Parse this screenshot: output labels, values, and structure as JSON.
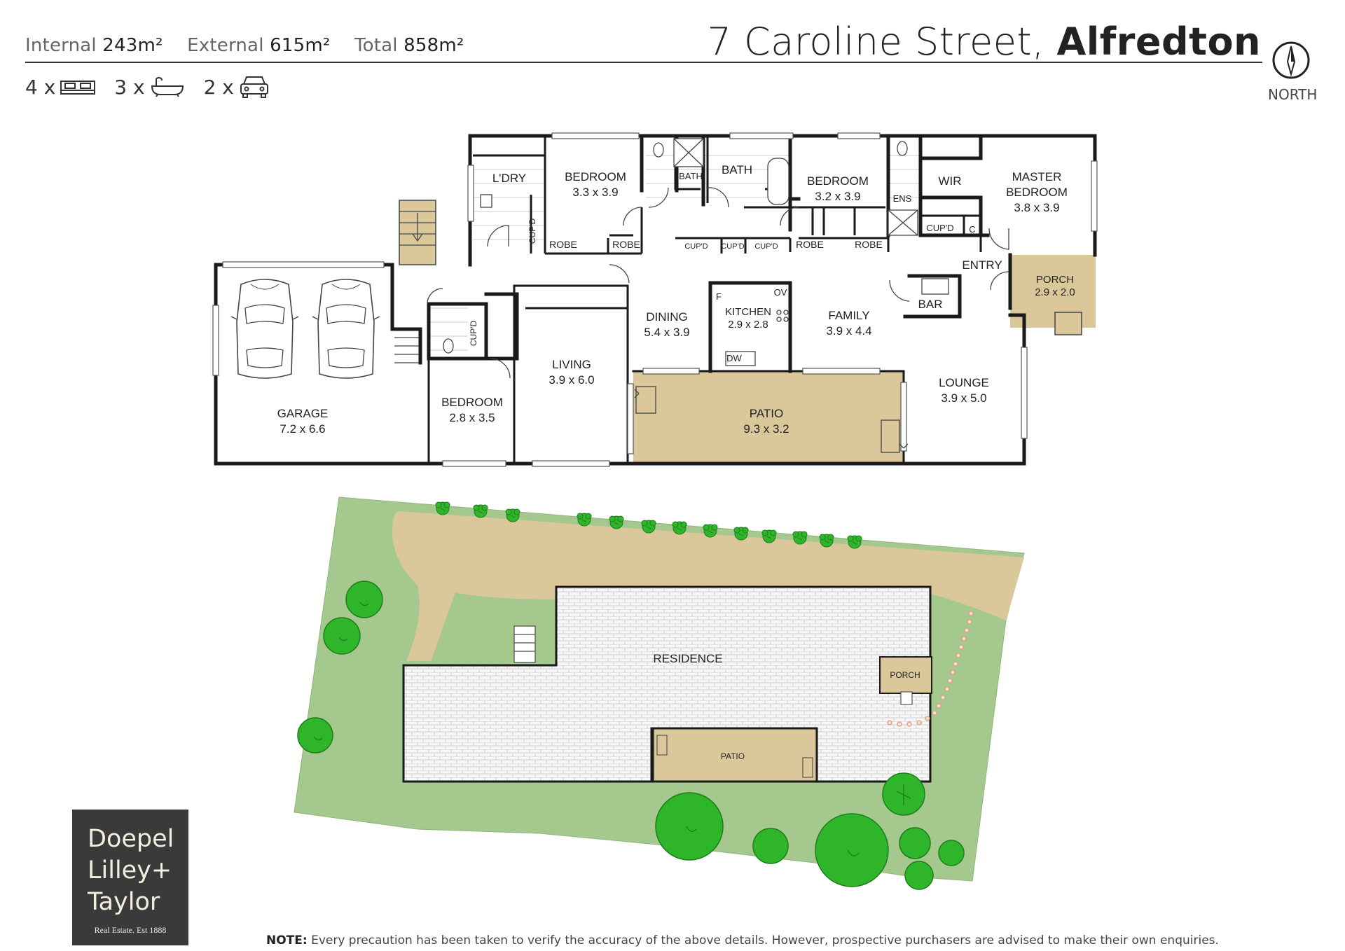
{
  "header": {
    "internal_label": "Internal",
    "internal_value": "243m²",
    "external_label": "External",
    "external_value": "615m²",
    "total_label": "Total",
    "total_value": "858m²",
    "bedrooms": "4 x",
    "bathrooms": "3 x",
    "car_spaces": "2 x",
    "address_street": "7 Caroline Street,",
    "address_suburb": "Alfredton",
    "north_label": "NORTH"
  },
  "rooms": {
    "laundry": "L'DRY",
    "bed2_name": "BEDROOM",
    "bed2_size": "3.3 x 3.9",
    "bath_small": "BATH",
    "bath_main": "BATH",
    "bed3_name": "BEDROOM",
    "bed3_size": "3.2 x 3.9",
    "wir": "WIR",
    "ens": "ENS",
    "master_name1": "MASTER",
    "master_name2": "BEDROOM",
    "master_size": "3.8 x 3.9",
    "cupd_master": "CUP'D",
    "c_label": "C",
    "entry": "ENTRY",
    "porch_name": "PORCH",
    "porch_size": "2.9 x 2.0",
    "bar": "BAR",
    "family_name": "FAMILY",
    "family_size": "3.9 x 4.4",
    "kitchen_name": "KITCHEN",
    "kitchen_size": "2.9 x 2.8",
    "fridge": "F",
    "oven": "OV",
    "dishwasher": "DW",
    "dining_name": "DINING",
    "dining_size": "5.4 x 3.9",
    "living_name": "LIVING",
    "living_size": "3.9 x 6.0",
    "bed4_name": "BEDROOM",
    "bed4_size": "2.8 x 3.5",
    "garage_name": "GARAGE",
    "garage_size": "7.2 x 6.6",
    "patio_name": "PATIO",
    "patio_size": "9.3 x 3.2",
    "lounge_name": "LOUNGE",
    "lounge_size": "3.9 x 5.0",
    "robe1": "ROBE",
    "robe2": "ROBE",
    "robe3": "ROBE",
    "robe4": "ROBE",
    "cupd_laundry": "CUP'D",
    "cupd_hall1": "CUP'D",
    "cupd_hall2": "CUP'D",
    "cupd_hall3": "CUP'D",
    "cupd_bed4": "CUP'D"
  },
  "site": {
    "residence": "RESIDENCE",
    "porch": "PORCH",
    "patio": "PATIO"
  },
  "logo": {
    "line1": "Doepel",
    "line2": "Lilley+",
    "line3": "Taylor",
    "tagline": "Real Estate. Est 1888"
  },
  "note": {
    "label": "NOTE:",
    "text": "Every precaution has been taken to verify the accuracy of the above details. However, prospective purchasers are advised to make their own enquiries."
  },
  "colors": {
    "patio_fill": "#dac89a",
    "lawn": "#a5c88f",
    "tree": "#2fb52a",
    "wall": "#1a1a1a"
  }
}
